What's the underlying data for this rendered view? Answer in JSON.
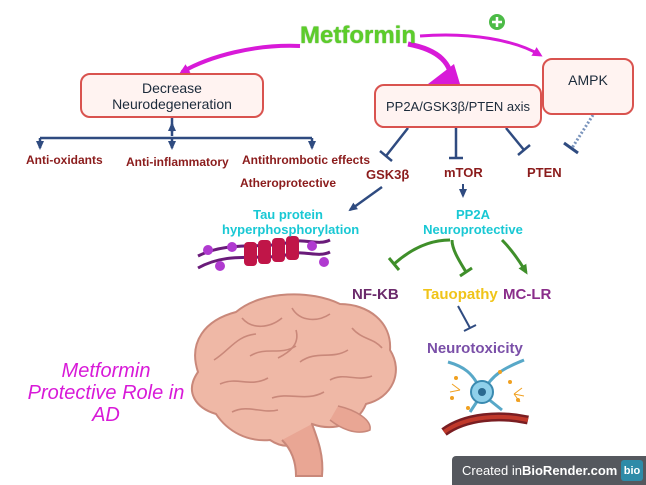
{
  "title": "Metformin",
  "nodes": {
    "decrease": "Decrease\nNeurodegeneration",
    "axis": "PP2A/GSK3β/PTEN axis",
    "ampk": "AMPK",
    "antioxidants": "Anti-oxidants",
    "antiinflammatory": "Anti-inflammatory",
    "antithrombotic": "Antithrombotic effects",
    "atheroprotective": "Atheroprotective",
    "gsk3b": "GSK3β",
    "mtor": "mTOR",
    "pten": "PTEN",
    "tau": "Tau protein\nhyperphosphorylation",
    "pp2a": "PP2A\nNeuroprotective",
    "nfkb": "NF-KB",
    "tauopathy": "Tauopathy",
    "mclr": "MC-LR",
    "neurotoxicity": "Neurotoxicity"
  },
  "caption": "Metformin\nProtective Role in\nAD",
  "badge": {
    "prefix": "Created in ",
    "brand": "BioRender.com",
    "logo": "bio"
  },
  "icons": [
    "plus-icon",
    "brain-icon",
    "tau-protein-icon",
    "neuron-icon"
  ],
  "colors": {
    "magenta": "#d81ad8",
    "green": "#5ccd2a",
    "navy": "#2f4b80",
    "dark_red": "#8b1c1c",
    "cyan": "#19c8d4",
    "purple": "#8a2d8a",
    "yellow": "#f0c419",
    "box_border": "#d9534f"
  }
}
